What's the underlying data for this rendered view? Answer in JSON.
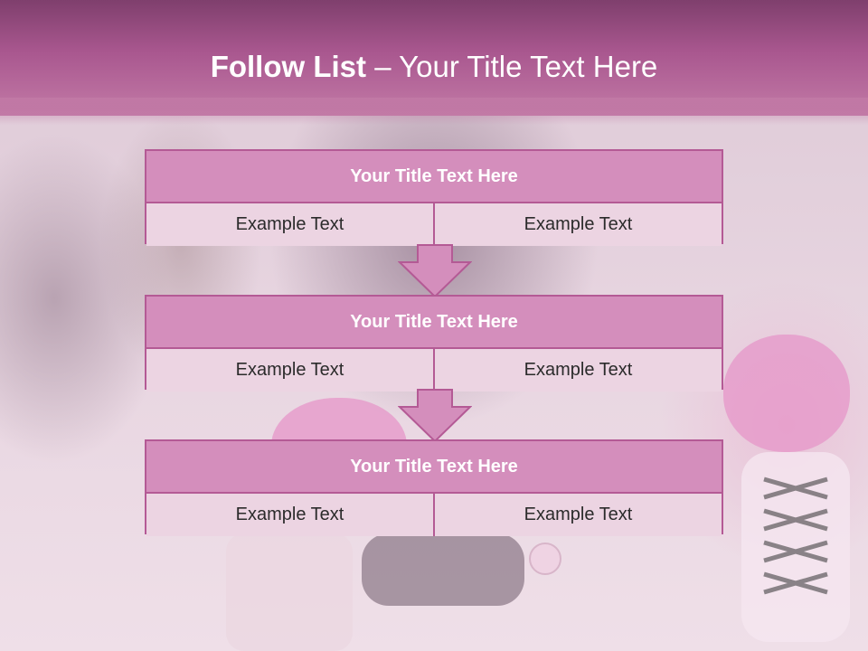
{
  "slide": {
    "title_bold": "Follow List",
    "title_dash": " – ",
    "title_rest": "Your Title Text Here"
  },
  "blocks": [
    {
      "title": "Your Title Text Here",
      "left": "Example Text",
      "right": "Example Text"
    },
    {
      "title": "Your Title Text Here",
      "left": "Example Text",
      "right": "Example Text"
    },
    {
      "title": "Your Title Text Here",
      "left": "Example Text",
      "right": "Example Text"
    }
  ],
  "colors": {
    "header": "#a9578f",
    "block_header": "#d48ebc",
    "block_cell": "#ecd4e2",
    "border": "#b45a95"
  },
  "icons": [
    "down-arrow-icon"
  ]
}
